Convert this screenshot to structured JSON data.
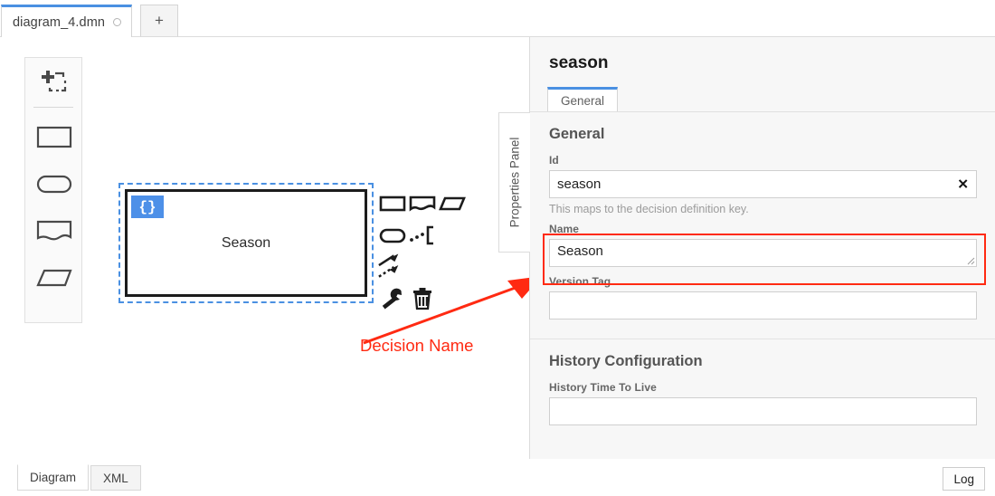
{
  "tabbar": {
    "file_tab_label": "diagram_4.dmn",
    "dirty_indicator": "unsaved-dot",
    "add_tab_label": "+"
  },
  "canvas": {
    "palette": {
      "tools": [
        {
          "name": "lasso-tool",
          "label": "Activate the lasso tool"
        },
        {
          "name": "decision-shape",
          "label": "Create decision"
        },
        {
          "name": "business-knowledge-model-shape",
          "label": "Create knowledge model"
        },
        {
          "name": "knowledge-source-shape",
          "label": "Create knowledge source"
        },
        {
          "name": "input-data-shape",
          "label": "Create input data"
        }
      ]
    },
    "element": {
      "label": "Season",
      "badge": "{}",
      "badge_color": "#4d90e8",
      "selected": true,
      "selection_color": "#4a90e2"
    },
    "context_pad": {
      "items": [
        {
          "name": "append-decision-icon",
          "label": "Append decision"
        },
        {
          "name": "append-knowledge-source-icon",
          "label": "Append knowledge source"
        },
        {
          "name": "append-text-annotation-icon",
          "label": "Append text annotation"
        },
        {
          "name": "append-business-knowledge-model-icon",
          "label": "Append knowledge model"
        },
        {
          "name": "append-input-data-icon",
          "label": "Append input data"
        },
        {
          "name": "connect-icon",
          "label": "Connect"
        },
        {
          "name": "wrench-icon",
          "label": "Change element"
        },
        {
          "name": "trash-icon",
          "label": "Remove"
        }
      ]
    },
    "annotation": {
      "text": "Decision Name",
      "color": "#ff2a12"
    }
  },
  "properties_panel": {
    "handle_label": "Properties Panel",
    "title": "season",
    "tabs": [
      {
        "label": "General",
        "active": true
      }
    ],
    "groups": [
      {
        "title": "General",
        "fields": [
          {
            "label": "Id",
            "value": "season",
            "placeholder": "",
            "hint": "This maps to the decision definition key.",
            "clearable": true
          },
          {
            "label": "Name",
            "value": "Season",
            "placeholder": "",
            "highlighted": true
          },
          {
            "label": "Version Tag",
            "value": "",
            "placeholder": ""
          }
        ]
      },
      {
        "title": "History Configuration",
        "fields": [
          {
            "label": "History Time To Live",
            "value": "",
            "placeholder": ""
          }
        ]
      }
    ]
  },
  "bottombar": {
    "tabs": [
      {
        "label": "Diagram",
        "active": true
      },
      {
        "label": "XML",
        "active": false
      }
    ],
    "log_label": "Log"
  }
}
